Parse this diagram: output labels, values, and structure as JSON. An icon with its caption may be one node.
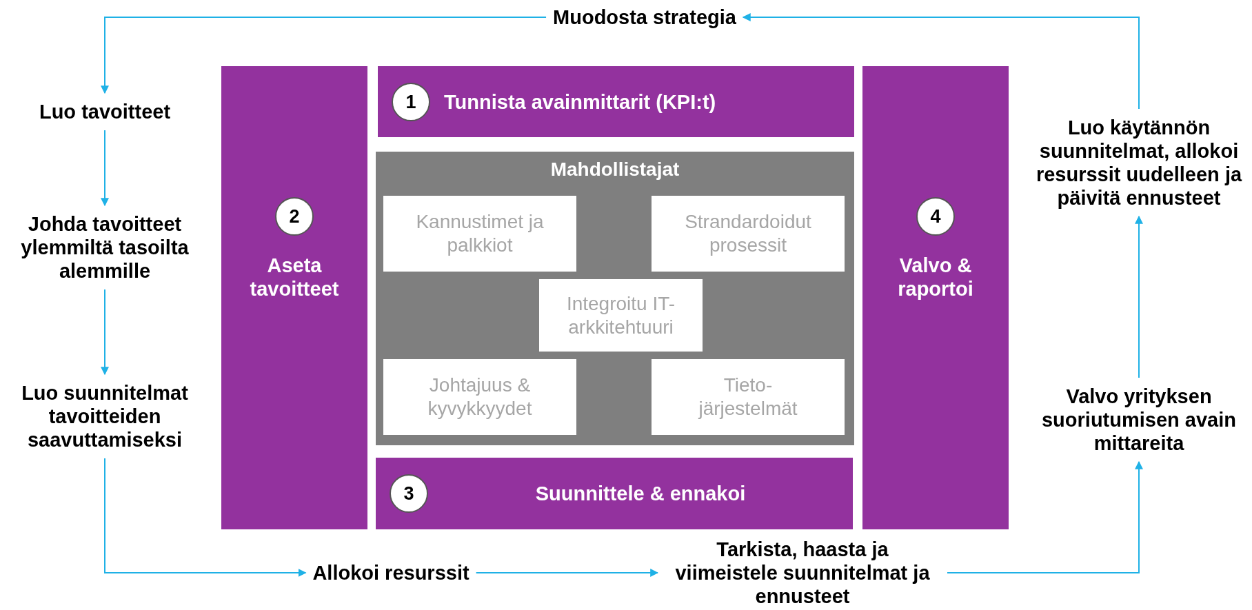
{
  "diagram": {
    "nodes": [
      {
        "text": [
          "Muodosta  strategia"
        ]
      },
      {
        "text": [
          "Luo tavoitteet"
        ]
      },
      {
        "text": [
          "Johda tavoitteet ylemmiltä tasoilta alemmille"
        ]
      },
      {
        "text": [
          "Luo suunnitelmat tavoitteiden saavuttamiseksi"
        ]
      },
      {
        "text": [
          "Allokoi resurssit"
        ]
      },
      {
        "text": [
          "Tarkista, haasta ja viimeistele suunnitelmat ja ennusteet"
        ]
      },
      {
        "text": [
          "Valvo yrityksen suoriutumisen avain mittareita"
        ]
      },
      {
        "text": [
          "Luo käytännön suunnitelmat, allokoi resurssit uudelleen ja päivitä ennusteet"
        ]
      },
      {
        "text": [
          "2",
          "Aseta tavoitteet"
        ]
      },
      {
        "text": [
          "1",
          "Tunnista avainmittarit (KPI:t)"
        ]
      },
      {
        "text": [
          "Mahdollistajat"
        ]
      },
      {
        "text": [
          "Kannustimet ja palkkiot"
        ],
        "in": 10
      },
      {
        "text": [
          "Strandardoidut prosessit"
        ],
        "in": 10
      },
      {
        "text": [
          "Integroitu IT-arkkitehtuuri"
        ],
        "in": 10
      },
      {
        "text": [
          "Johtajuus & kyvykkyydet"
        ],
        "in": 10
      },
      {
        "text": [
          "Tieto-järjestelmät"
        ],
        "in": 10
      },
      {
        "text": [
          "3",
          "Suunnittele & ennakoi"
        ]
      },
      {
        "text": [
          "4",
          "Valvo & raportoi"
        ]
      }
    ],
    "edges": [
      {
        "from": 0,
        "to": 1,
        "arrow": "to"
      },
      {
        "from": 1,
        "to": 2,
        "arrow": "to"
      },
      {
        "from": 2,
        "to": 3,
        "arrow": "to"
      },
      {
        "from": 3,
        "to": 4,
        "arrow": "to"
      },
      {
        "from": 4,
        "to": 5,
        "arrow": "to"
      },
      {
        "from": 5,
        "to": 6,
        "arrow": "to"
      },
      {
        "from": 6,
        "to": 7,
        "arrow": "to"
      },
      {
        "from": 7,
        "to": 0,
        "arrow": "to"
      }
    ]
  }
}
